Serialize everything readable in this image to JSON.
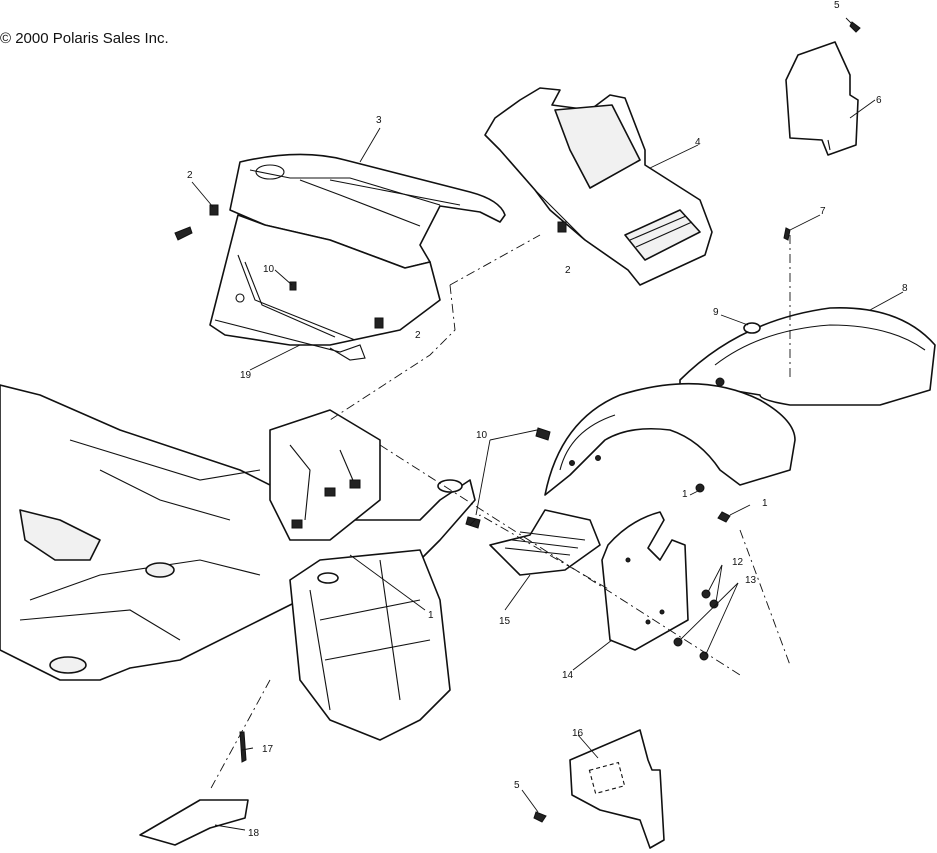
{
  "copyright": "© 2000 Polaris Sales Inc.",
  "callouts": {
    "c1a": "1",
    "c1b": "1",
    "c1c": "1",
    "c2a": "2",
    "c2b": "2",
    "c2c": "2",
    "c3": "3",
    "c4": "4",
    "c5a": "5",
    "c5b": "5",
    "c6": "6",
    "c7": "7",
    "c8": "8",
    "c9": "9",
    "c10a": "10",
    "c10b": "10",
    "c12": "12",
    "c13": "13",
    "c14": "14",
    "c15": "15",
    "c16": "16",
    "c17": "17",
    "c18": "18",
    "c19": "19"
  }
}
